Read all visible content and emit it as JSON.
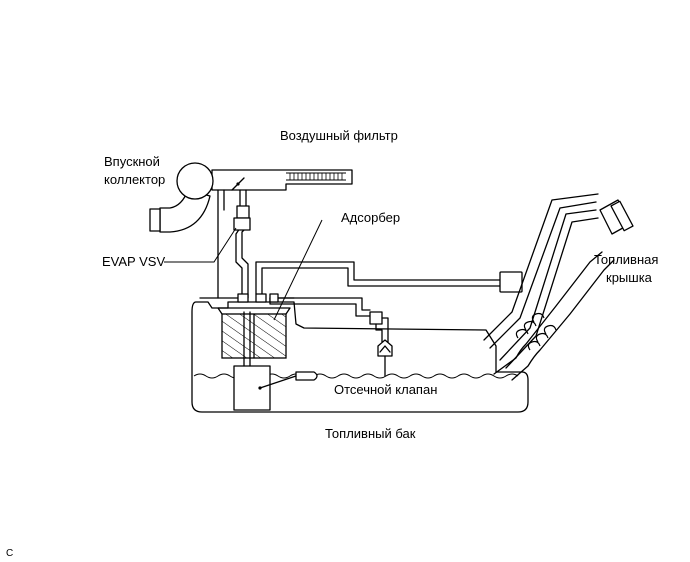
{
  "labels": {
    "air_filter": "Воздушный фильтр",
    "intake_manifold_line1": "Впускной",
    "intake_manifold_line2": "коллектор",
    "canister": "Адсорбер",
    "evap_vsv": "EVAP VSV",
    "fuel_cap_line1": "Топливная",
    "fuel_cap_line2": "крышка",
    "cutoff_valve": "Отсечной клапан",
    "fuel_tank": "Топливный бак",
    "figure_code": "C"
  }
}
